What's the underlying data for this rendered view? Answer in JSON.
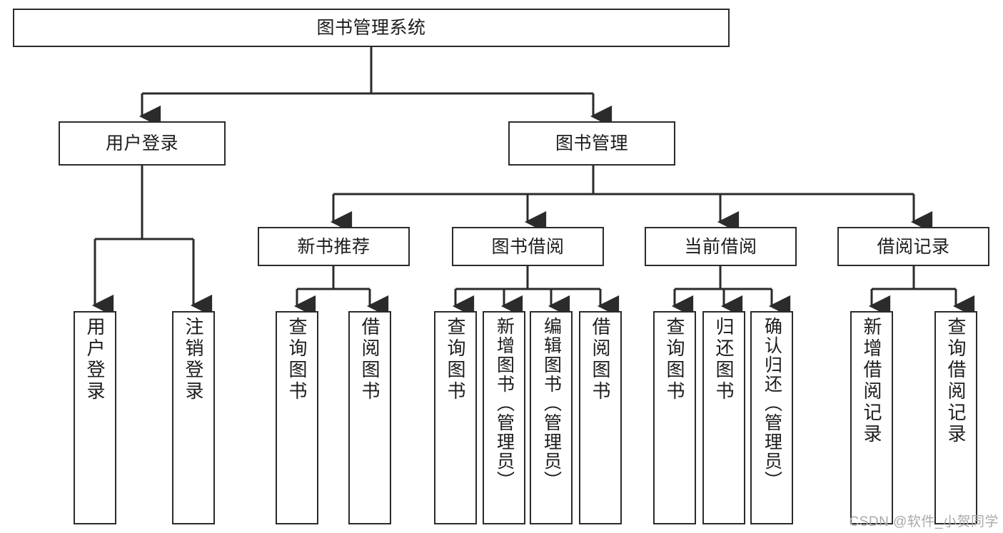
{
  "diagram": {
    "type": "tree",
    "title": "图书管理系统",
    "root": {
      "label": "图书管理系统"
    },
    "level2": [
      {
        "label": "用户登录"
      },
      {
        "label": "图书管理"
      }
    ],
    "level3": [
      {
        "label": "新书推荐"
      },
      {
        "label": "图书借阅"
      },
      {
        "label": "当前借阅"
      },
      {
        "label": "借阅记录"
      }
    ],
    "leaves": {
      "user_login": [
        {
          "label": "用户登录"
        },
        {
          "label": "注销登录"
        }
      ],
      "new_book_recommend": [
        {
          "label": "查询图书"
        },
        {
          "label": "借阅图书"
        }
      ],
      "book_borrow": [
        {
          "label": "查询图书"
        },
        {
          "label": "新增图书（管理员）"
        },
        {
          "label": "编辑图书（管理员）"
        },
        {
          "label": "借阅图书"
        }
      ],
      "current_borrow": [
        {
          "label": "查询图书"
        },
        {
          "label": "归还图书"
        },
        {
          "label": "确认归还（管理员）"
        }
      ],
      "borrow_records": [
        {
          "label": "新增借阅记录"
        },
        {
          "label": "查询借阅记录"
        }
      ]
    }
  },
  "watermark": {
    "text": "CSDN @软件_小贺同学"
  },
  "colors": {
    "stroke": "#2b2b2b",
    "background": "#ffffff",
    "text": "#1c1c1c",
    "watermark": "#a9a9a9"
  }
}
